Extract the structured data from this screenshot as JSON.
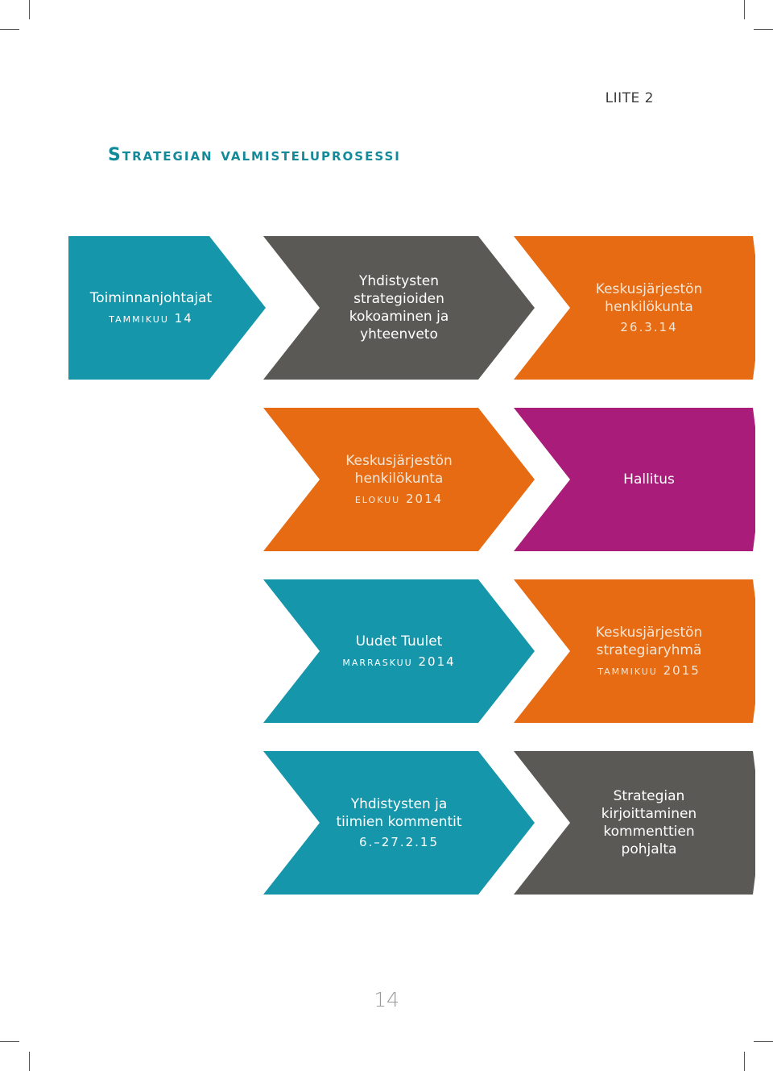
{
  "appendix_label": "LIITE 2",
  "title": "Strategian valmisteluprosessi",
  "colors": {
    "teal": "#1596ab",
    "gray": "#5a5955",
    "orange": "#e66b12",
    "magenta": "#a91c7a",
    "title": "#138a9a"
  },
  "rows": [
    {
      "steps": [
        {
          "lines": [
            "Toiminnanjohtajat"
          ],
          "sub": "tammikuu 14",
          "color": "teal"
        },
        {
          "lines": [
            "Yhdistysten",
            "strategioiden",
            "kokoaminen ja",
            "yhteenveto"
          ],
          "sub": "",
          "color": "gray"
        },
        {
          "lines": [
            "Keskusjärjestön",
            "henkilökunta"
          ],
          "sub": "26.3.14",
          "color": "orange"
        }
      ]
    },
    {
      "steps": [
        {
          "lines": [
            "Keskusjärjestön",
            "henkilökunta"
          ],
          "sub": "elokuu 2014",
          "color": "orange"
        },
        {
          "lines": [
            "Hallitus"
          ],
          "sub": "",
          "color": "magenta"
        }
      ]
    },
    {
      "steps": [
        {
          "lines": [
            "Uudet Tuulet"
          ],
          "sub": "marraskuu 2014",
          "color": "teal"
        },
        {
          "lines": [
            "Keskusjärjestön",
            "strategiaryhmä"
          ],
          "sub": "tammikuu 2015",
          "color": "orange"
        }
      ]
    },
    {
      "steps": [
        {
          "lines": [
            "Yhdistysten ja",
            "tiimien kommentit"
          ],
          "sub": "6.–27.2.15",
          "color": "teal"
        },
        {
          "lines": [
            "Strategian",
            "kirjoittaminen",
            "kommenttien",
            "pohjalta"
          ],
          "sub": "",
          "color": "gray"
        }
      ]
    }
  ],
  "page_number": "14"
}
